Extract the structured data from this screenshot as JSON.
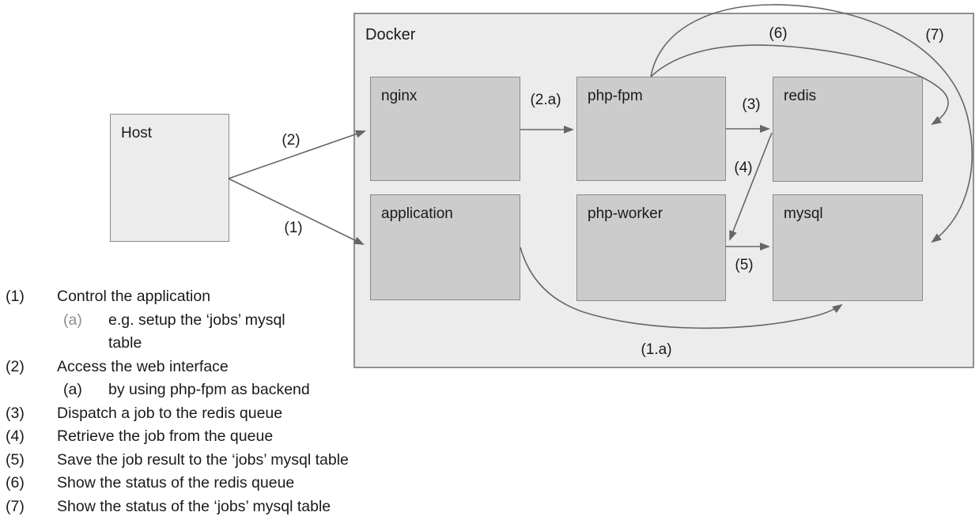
{
  "diagram": {
    "container_label": "Docker",
    "nodes": {
      "host": "Host",
      "nginx": "nginx",
      "php_fpm": "php-fpm",
      "redis": "redis",
      "application": "application",
      "php_worker": "php-worker",
      "mysql": "mysql"
    },
    "edge_labels": {
      "e1": "(1)",
      "e2": "(2)",
      "e2a": "(2.a)",
      "e3": "(3)",
      "e4": "(4)",
      "e5": "(5)",
      "e6": "(6)",
      "e7": "(7)",
      "e1a": "(1.a)"
    },
    "edges": [
      {
        "id": "e2",
        "from": "Host",
        "to": "nginx"
      },
      {
        "id": "e1",
        "from": "Host",
        "to": "application"
      },
      {
        "id": "e2a",
        "from": "nginx",
        "to": "php-fpm"
      },
      {
        "id": "e3",
        "from": "php-fpm",
        "to": "redis"
      },
      {
        "id": "e4",
        "from": "redis",
        "to": "php-worker"
      },
      {
        "id": "e5",
        "from": "php-worker",
        "to": "mysql"
      },
      {
        "id": "e6",
        "from": "php-fpm",
        "to": "redis"
      },
      {
        "id": "e7",
        "from": "php-fpm",
        "to": "mysql"
      },
      {
        "id": "e1a",
        "from": "application",
        "to": "mysql"
      }
    ]
  },
  "legend": {
    "items": [
      {
        "num": "(1)",
        "text": "Control the application"
      },
      {
        "num": "(a)",
        "text": "e.g. setup the ‘jobs’ mysql"
      },
      {
        "num": "",
        "text": "table"
      },
      {
        "num": "(2)",
        "text": "Access the web interface"
      },
      {
        "num": "(a)",
        "text": "by using php-fpm as backend"
      },
      {
        "num": "(3)",
        "text": "Dispatch a job to the redis queue"
      },
      {
        "num": "(4)",
        "text": "Retrieve the job from the queue"
      },
      {
        "num": "(5)",
        "text": "Save the job result to the ‘jobs’ mysql table"
      },
      {
        "num": "(6)",
        "text": "Show the status of the redis queue"
      },
      {
        "num": "(7)",
        "text": "Show the status of the ‘jobs’ mysql table"
      }
    ]
  },
  "colors": {
    "node_fill": "#cccccc",
    "container_fill": "#ececec",
    "host_fill": "#ececec",
    "border": "#8a8a8a",
    "container_border": "#919191",
    "arrow": "#666666",
    "text": "#1a1a1a",
    "muted_text": "#8f8f8f",
    "background": "#ffffff"
  }
}
